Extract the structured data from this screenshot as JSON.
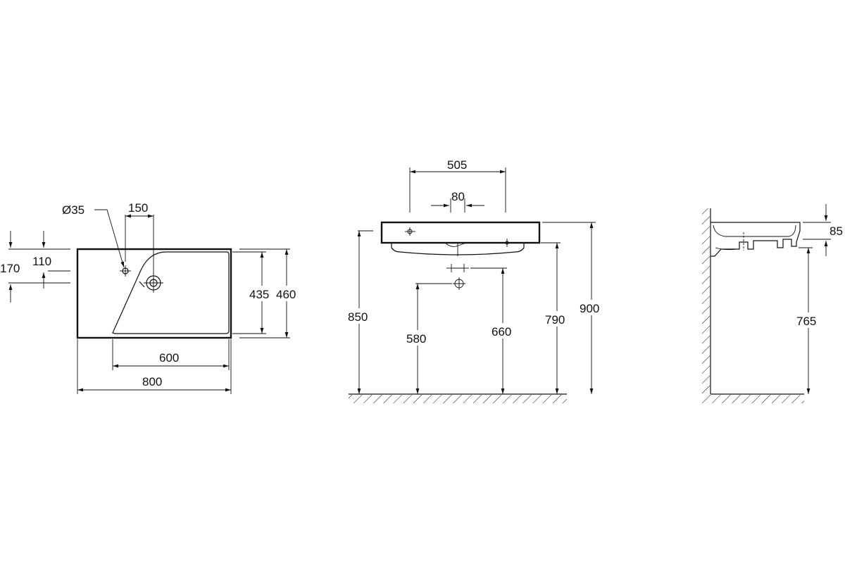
{
  "plan_view": {
    "hole_diameter": "Ø35",
    "tap_offset": "150",
    "edge_to_tap": "110",
    "edge_to_drain": "170",
    "inner_depth": "435",
    "outer_depth": "460",
    "basin_width": "600",
    "overall_width": "800"
  },
  "front_view": {
    "drain_spread": "505",
    "inlet_spacing": "80",
    "bracket_height": "850",
    "outlet_height": "580",
    "waste_height": "660",
    "underside_height": "790",
    "top_height": "900"
  },
  "side_view": {
    "rim_thickness": "85",
    "support_height": "765"
  }
}
